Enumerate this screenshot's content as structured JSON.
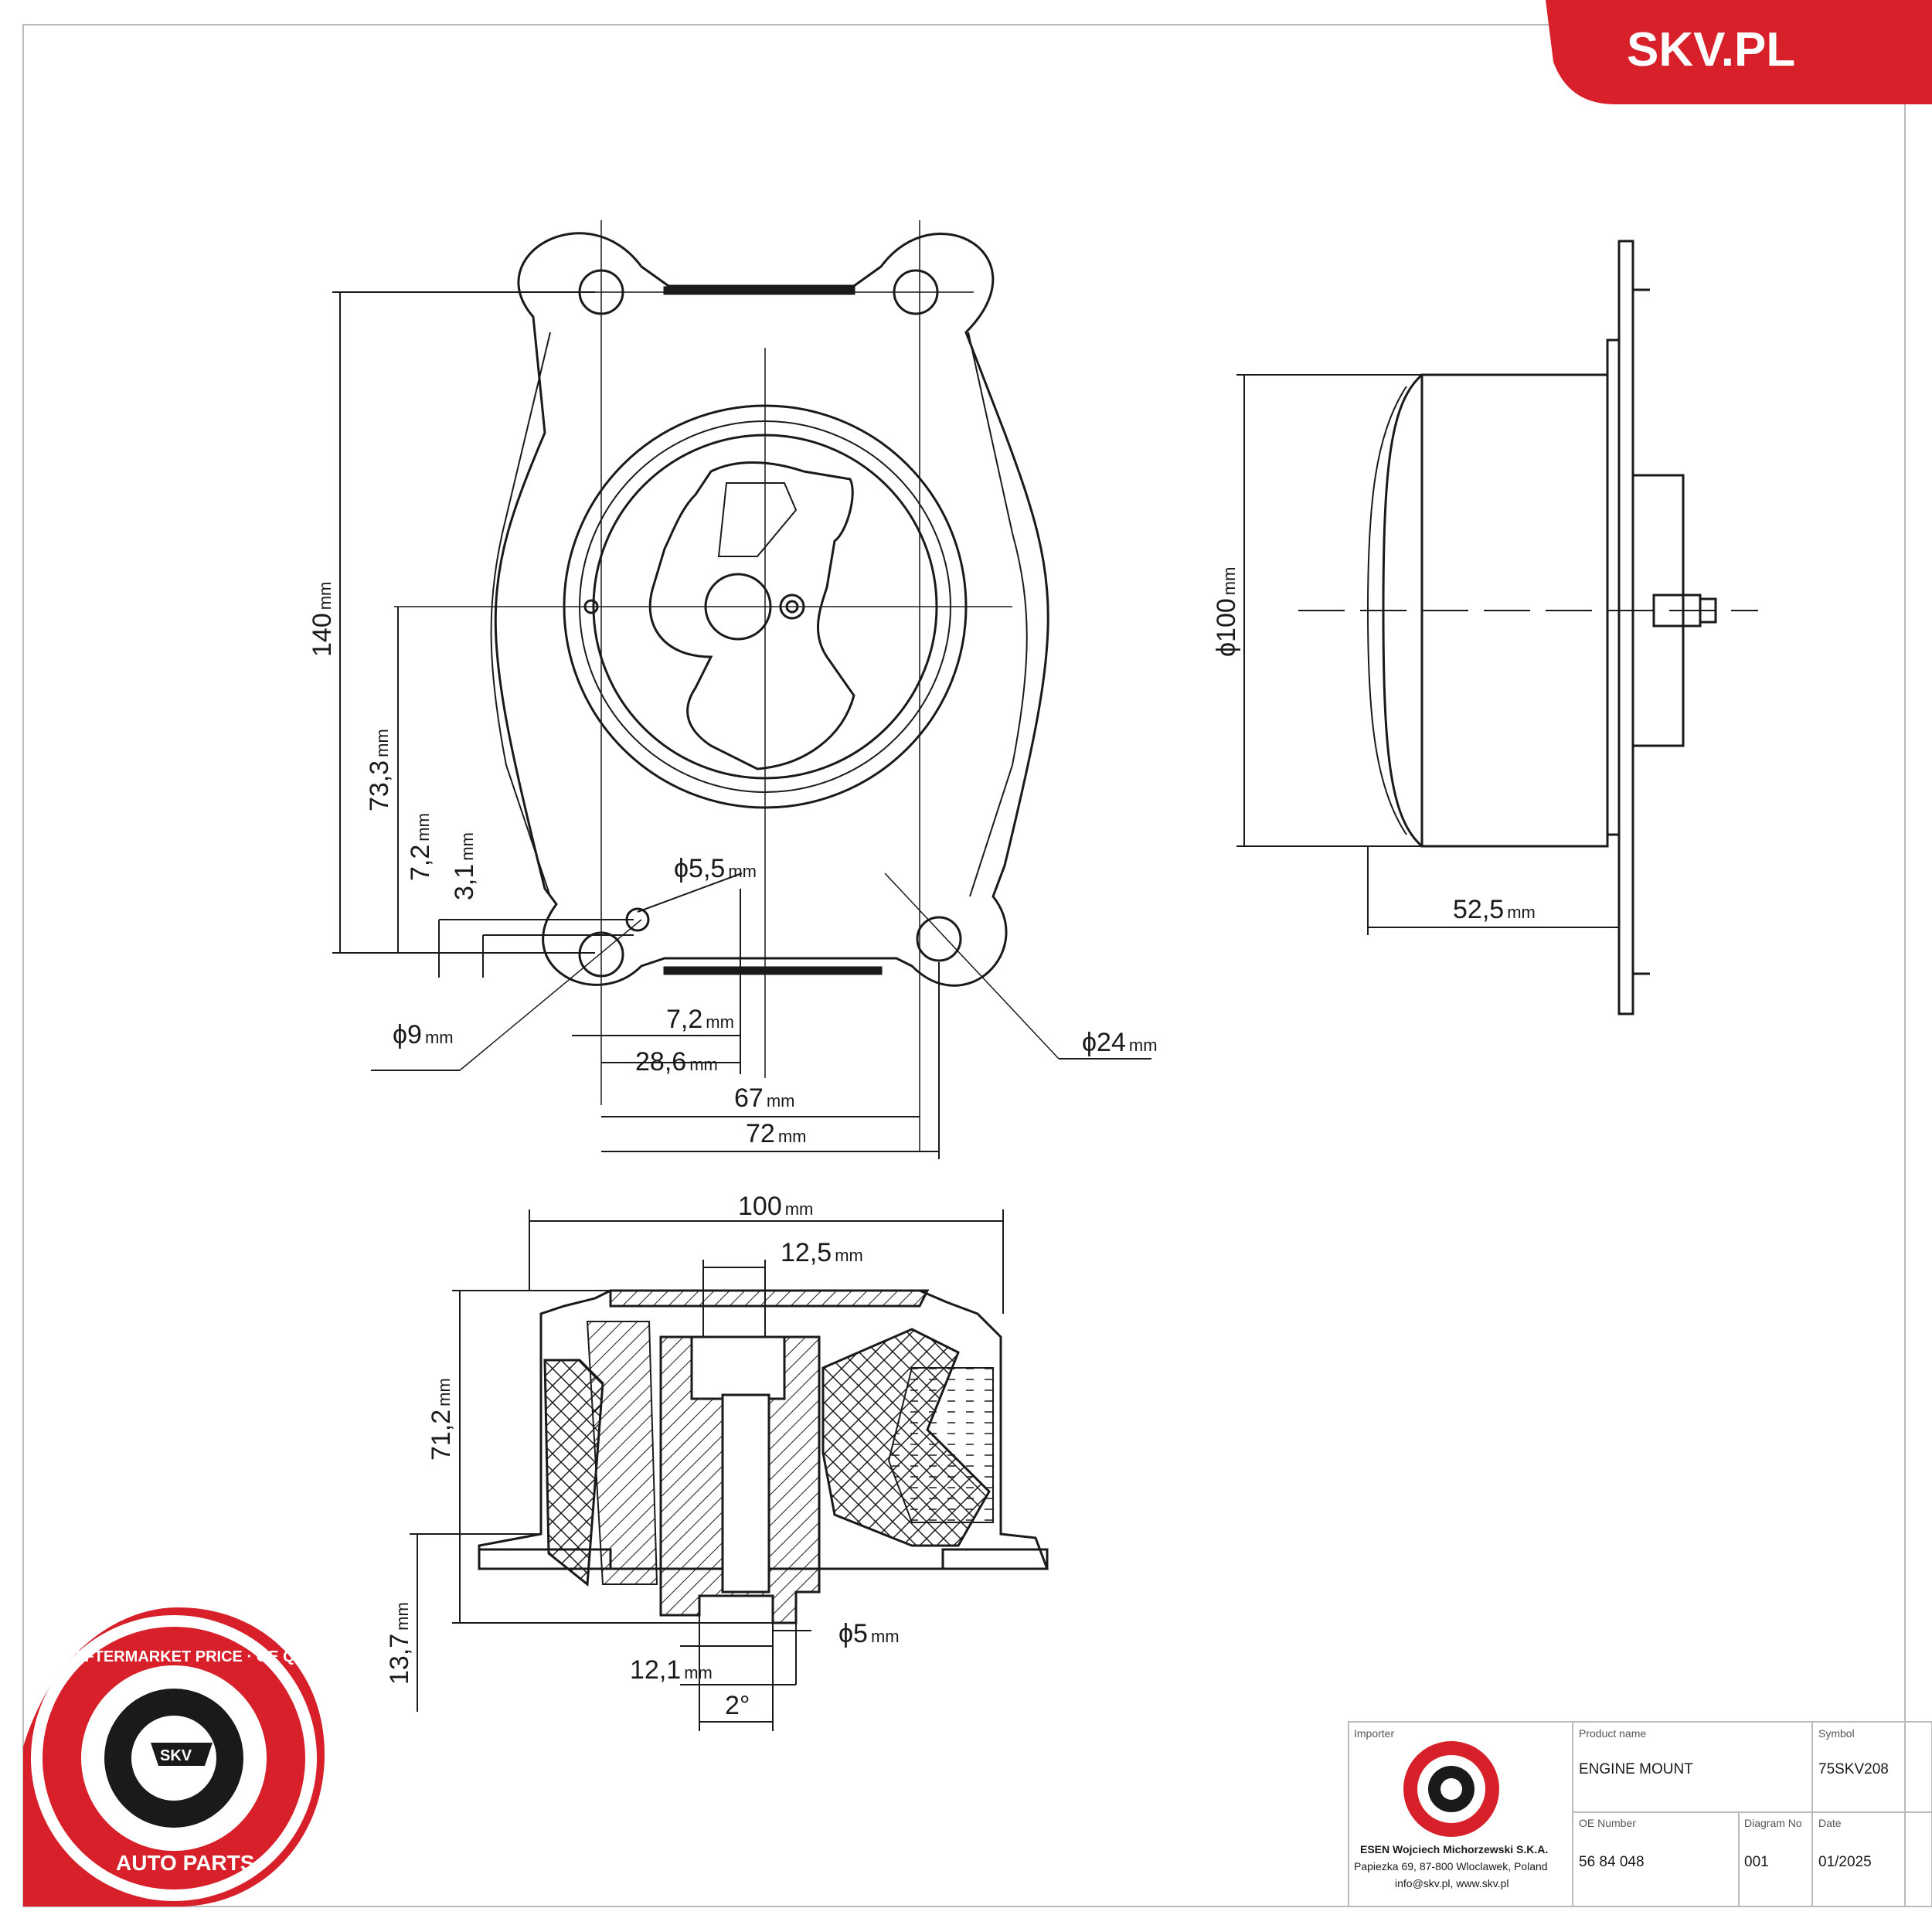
{
  "brand": {
    "text": "SKV.PL",
    "color": "#d7202a"
  },
  "seal": {
    "ring_text": "AFTERMARKET PRICE · OE QUALITY",
    "center": "SKV",
    "bottom": "AUTO PARTS"
  },
  "dimensions": {
    "d140": "140",
    "d73_3": "73,3",
    "d7_2v": "7,2",
    "d3_1": "3,1",
    "d5_5": "ϕ5,5",
    "d9": "ϕ9",
    "d24": "ϕ24",
    "d7_2h": "7,2",
    "d28_6": "28,6",
    "d67": "67",
    "d72": "72",
    "d100side": "ϕ100",
    "d52_5": "52,5",
    "d100": "100",
    "d12_5": "12,5",
    "d71_2": "71,2",
    "d13_7": "13,7",
    "d5": "ϕ5",
    "d12_1": "12,1",
    "d2deg": "2°",
    "unit": "mm"
  },
  "title_block": {
    "importer_label": "Importer",
    "importer_line1": "ESEN Wojciech Michorzewski S.K.A.",
    "importer_line2": "Papiezka 69, 87-800 Wloclawek, Poland",
    "importer_line3": "info@skv.pl, www.skv.pl",
    "product_label": "Product name",
    "product_value": "ENGINE MOUNT",
    "symbol_label": "Symbol",
    "symbol_value": "75SKV208",
    "oe_label": "OE Number",
    "oe_value": "56 84 048",
    "diagram_label": "Diagram No",
    "diagram_value": "001",
    "date_label": "Date",
    "date_value": "01/2025"
  }
}
